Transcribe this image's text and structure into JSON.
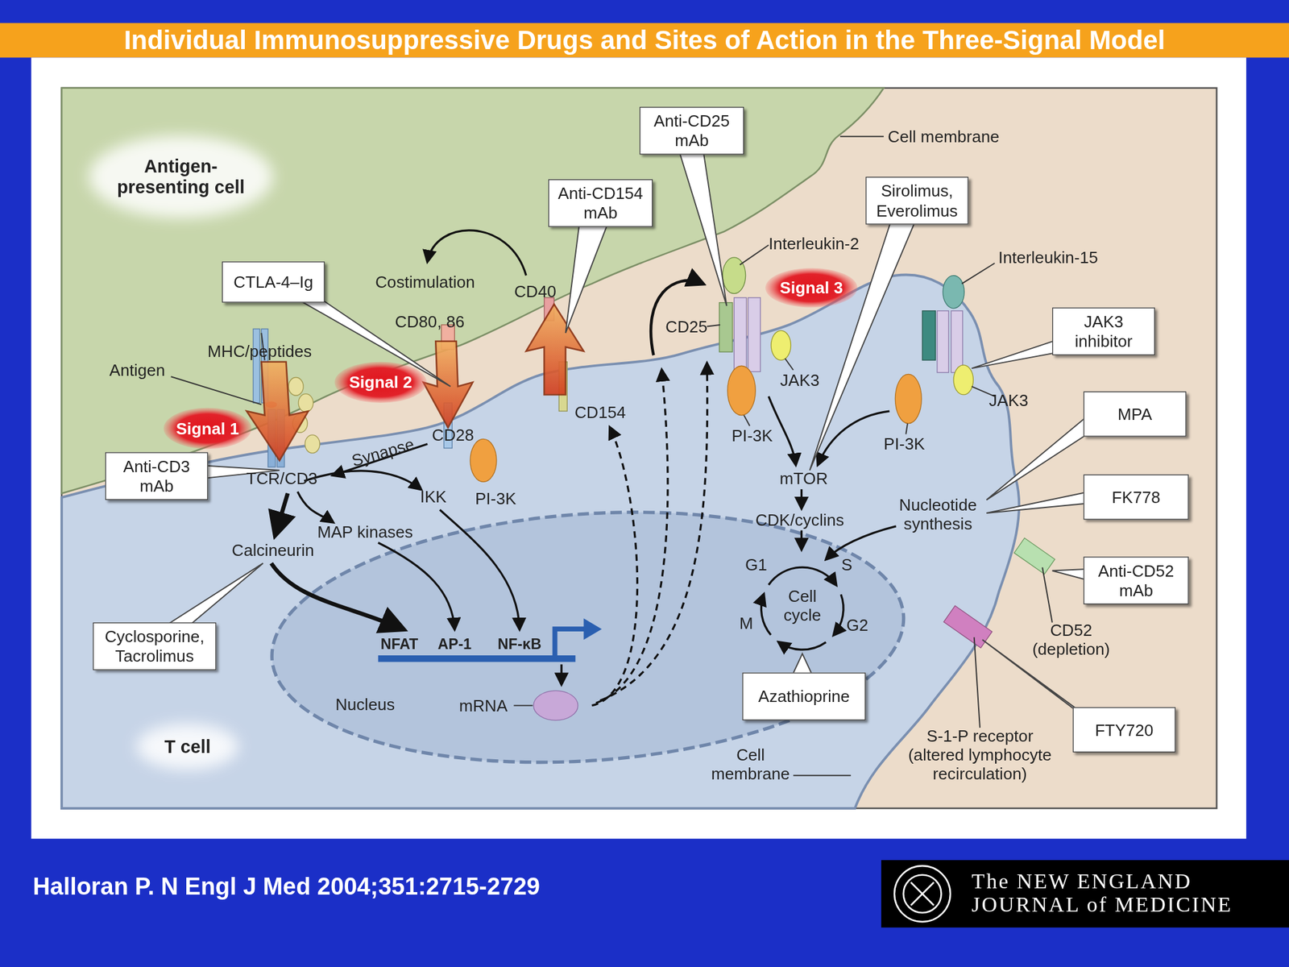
{
  "diagram": {
    "title": "Individual Immunosuppressive Drugs and Sites of Action in the Three-Signal Model",
    "caption": "Halloran P. N Engl J Med 2004;351:2715-2729",
    "nodes": [
      {
        "text": [
          "Anti-CD25 mAb"
        ]
      },
      {
        "text": [
          "Anti-CD154 mAb"
        ]
      },
      {
        "text": [
          "Sirolimus, Everolimus"
        ]
      },
      {
        "text": [
          "CTLA-4–Ig"
        ]
      },
      {
        "text": [
          "Signal 3"
        ]
      },
      {
        "text": [
          "JAK3 inhibitor"
        ]
      },
      {
        "text": [
          "Signal 2"
        ]
      },
      {
        "text": [
          "MPA"
        ]
      },
      {
        "text": [
          "Signal 1"
        ]
      },
      {
        "text": [
          "Anti-CD3 mAb"
        ]
      },
      {
        "text": [
          "FK778"
        ]
      },
      {
        "text": [
          "Anti-CD52 mAb"
        ]
      },
      {
        "text": [
          "Cyclosporine, Tacrolimus"
        ]
      },
      {
        "text": [
          "Azathioprine"
        ]
      },
      {
        "text": [
          "FTY720"
        ]
      },
      {
        "text": [
          "The NEW ENGLAND JOURNAL of MEDICINE"
        ]
      }
    ],
    "labels": [
      "Antigen-presenting cell",
      "Costimulation",
      "CD40",
      "CD80, 86",
      "MHC/peptides",
      "Antigen",
      "TCR/CD3",
      "Synapse",
      "CD28",
      "IKK",
      "PI-3K",
      "MAP kinases",
      "Calcineurin",
      "CD154",
      "NFAT",
      "AP-1",
      "NF-κB",
      "Nucleus",
      "mRNA",
      "T cell",
      "Cell membrane",
      "Interleukin-2",
      "CD25",
      "JAK3",
      "PI-3K",
      "Interleukin-15",
      "mTOR",
      "CDK/cyclins",
      "G1",
      "S",
      "Cell cycle",
      "M",
      "G2",
      "JAK3",
      "PI-3K",
      "Nucleotide synthesis",
      "CD52 (depletion)",
      "S-1-P receptor (altered lymphocyte recirculation)",
      "Cell membrane"
    ]
  }
}
